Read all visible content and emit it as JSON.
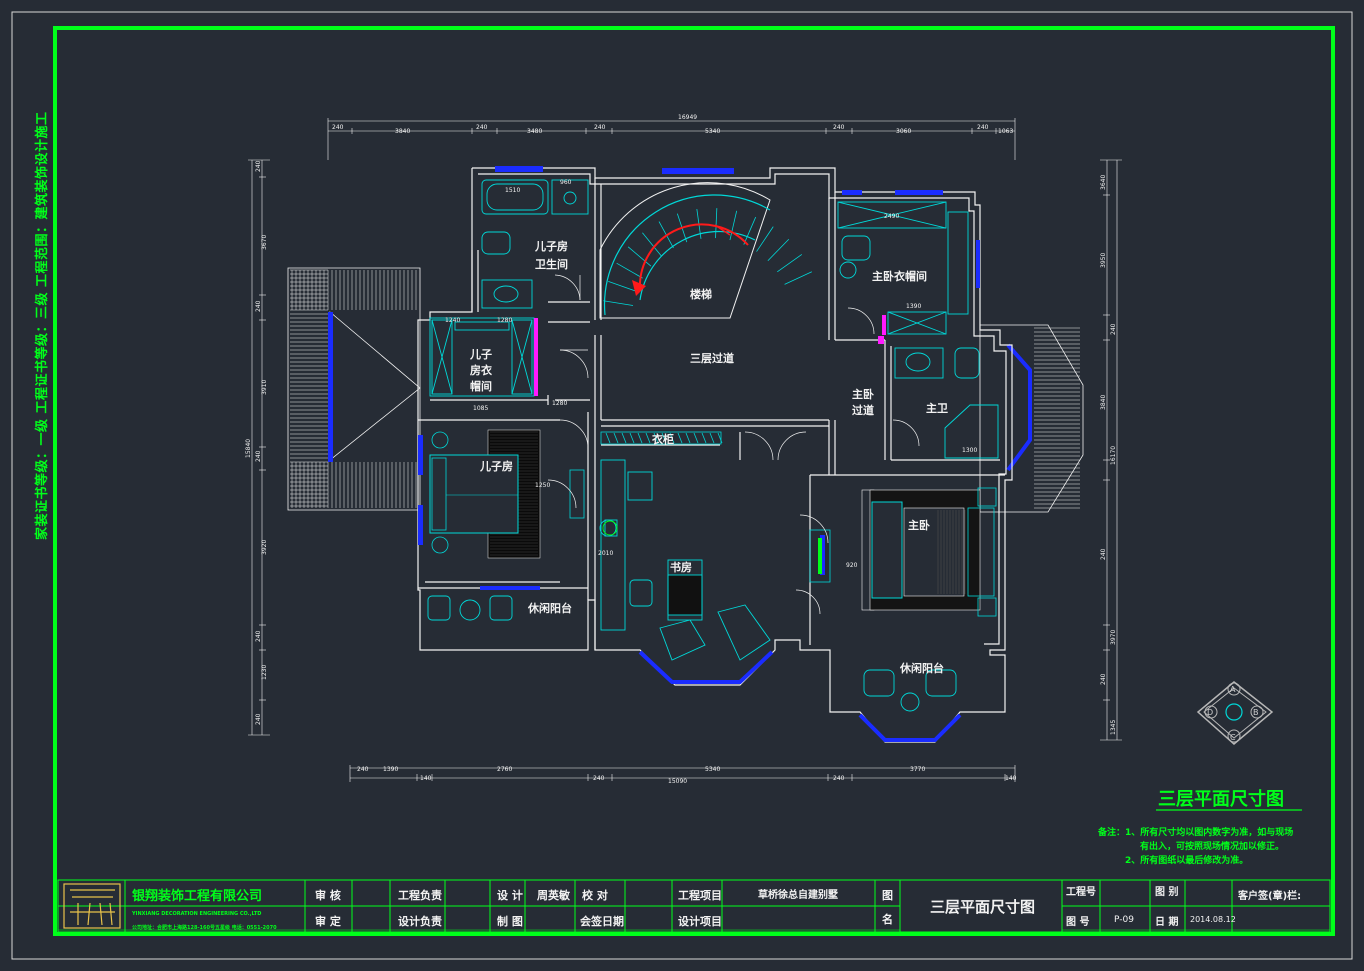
{
  "side_note": "家装证书等级：一级 工程证书等级：三级 工程范围：建筑装饰设计施工",
  "drawing_title": "三层平面尺寸图",
  "dims": {
    "top_total": "16949",
    "top": [
      "240",
      "3840",
      "240",
      "3480",
      "240",
      "5340",
      "240",
      "3060",
      "240",
      "1063"
    ],
    "bottom_total": "15090",
    "bottom": [
      "240",
      "1390",
      "140",
      "2760",
      "240",
      "5340",
      "240",
      "3770",
      "140"
    ],
    "left_total": "15840",
    "left": [
      "240",
      "3670",
      "240",
      "3910",
      "240",
      "3920",
      "240",
      "1230",
      "240"
    ],
    "right_total": "16170",
    "right": [
      "3640",
      "3950",
      "240",
      "3840",
      "240",
      "3970",
      "240",
      "1345"
    ]
  },
  "interior_dims": [
    "1510",
    "960",
    "1240",
    "1280",
    "1085",
    "1280",
    "1250",
    "2490",
    "1390",
    "1300",
    "920",
    "2010"
  ],
  "rooms": {
    "son_bathroom": [
      "儿子房",
      "卫生间"
    ],
    "son_wardrobe": [
      "儿子",
      "房衣",
      "帽间"
    ],
    "son_bedroom": "儿子房",
    "leisure_balcony": "休闲阳台",
    "stairs": "楼梯",
    "third_floor_corridor": "三层过道",
    "cabinet": "衣柜",
    "study": "书房",
    "master_dressing": "主卧衣帽间",
    "master_corridor": [
      "主卧",
      "过道"
    ],
    "master_bath": "主卫",
    "master_bedroom": "主卧"
  },
  "compass": {
    "a": "A",
    "b": "B",
    "c": "C",
    "d": "D"
  },
  "notes": [
    "备注：1、所有尺寸均以图内数字为准，如与现场",
    "有出入，可按照现场情况加以修正。",
    "2、所有图纸以最后修改为准。"
  ],
  "company": {
    "name": "银翔装饰工程有限公司",
    "name_en": "YINXIANG DECORATION ENGINEERING CO.,LTD",
    "address": "公司地址：合肥市上海路128-160号五星级 电话：0551-2070"
  },
  "title_block": {
    "review": "审 核",
    "approve": "审 定",
    "engineering_lead": "工程负责",
    "design_lead": "设计负责",
    "design": "设 计",
    "drawing": "制 图",
    "designer": "周英敏",
    "check": "校 对",
    "sign_date": "会签日期",
    "engineering_project": "工程项目",
    "design_project": "设计项目",
    "project_name": "草桥徐总自建别墅",
    "name_char_1": "图",
    "name_char_2": "名",
    "drawing_name": "三层平面尺寸图",
    "project_no_label": "工程号",
    "drawing_no_label": "图 号",
    "drawing_no": "P-09",
    "category_label": "图 别",
    "date_label": "日 期",
    "date": "2014.08.12",
    "client_sign": "客户签(章)栏:"
  }
}
